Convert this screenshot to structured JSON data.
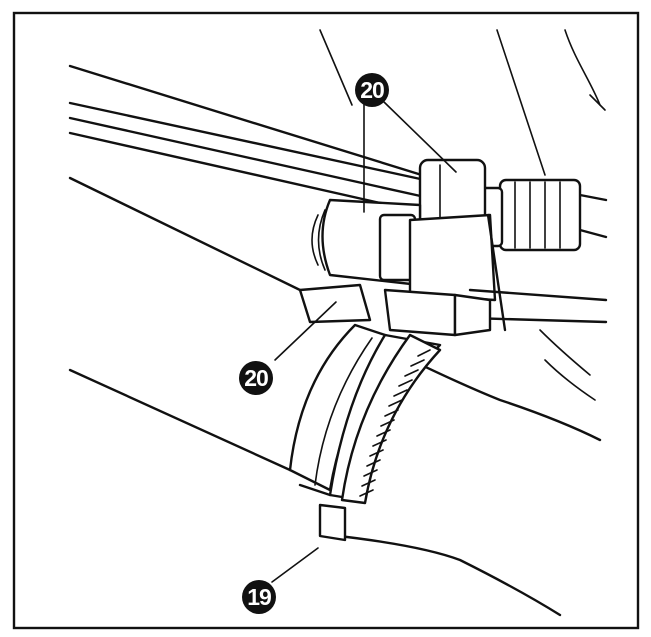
{
  "callouts": [
    {
      "label": "20"
    },
    {
      "label": "20"
    },
    {
      "label": "19"
    }
  ],
  "colors": {
    "ink": "#111111",
    "paper": "#ffffff"
  }
}
